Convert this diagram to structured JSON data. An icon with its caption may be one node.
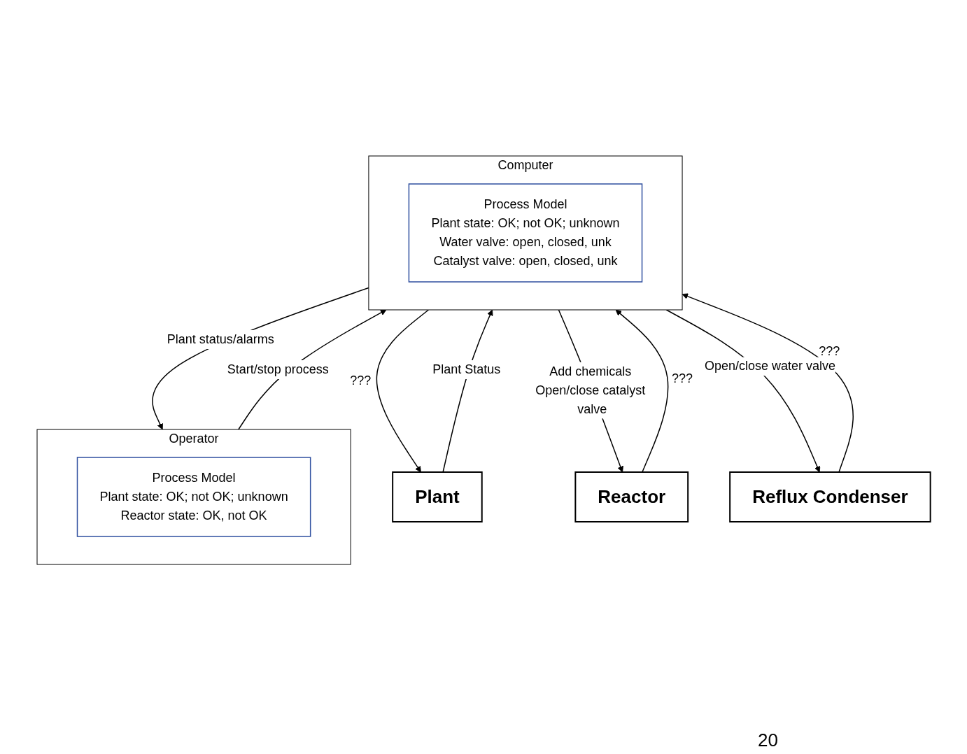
{
  "diagram": {
    "nodes": [
      {
        "text": [
          "Operator"
        ]
      },
      {
        "text": [
          "Process Model",
          "Plant state: OK; not OK; unknown",
          "Reactor state: OK, not OK"
        ],
        "in": 0
      },
      {
        "text": [
          "Computer"
        ]
      },
      {
        "text": [
          "Process Model",
          "Plant state: OK; not OK; unknown",
          "Water valve: open, closed, unk",
          "Catalyst valve: open, closed, unk"
        ],
        "in": 2
      },
      {
        "text": [
          "Plant"
        ]
      },
      {
        "text": [
          "Reactor"
        ]
      },
      {
        "text": [
          "Reflux Condenser"
        ]
      }
    ],
    "edges": [
      {
        "from": 0,
        "to": 2,
        "arrow": "to",
        "label": "Start/stop process"
      },
      {
        "from": 2,
        "to": 0,
        "arrow": "to",
        "label": "Plant status/alarms"
      },
      {
        "from": 2,
        "to": 4,
        "arrow": "to",
        "label": "???"
      },
      {
        "from": 4,
        "to": 2,
        "arrow": "to",
        "label": "Plant Status"
      },
      {
        "from": 2,
        "to": 5,
        "arrow": "to",
        "label": "Add chemicals Open/close catalyst valve"
      },
      {
        "from": 5,
        "to": 2,
        "arrow": "to",
        "label": "???"
      },
      {
        "from": 2,
        "to": 6,
        "arrow": "to",
        "label": "Open/close water valve"
      },
      {
        "from": 6,
        "to": 2,
        "arrow": "to",
        "label": "???"
      }
    ],
    "labels": [
      "20"
    ]
  }
}
